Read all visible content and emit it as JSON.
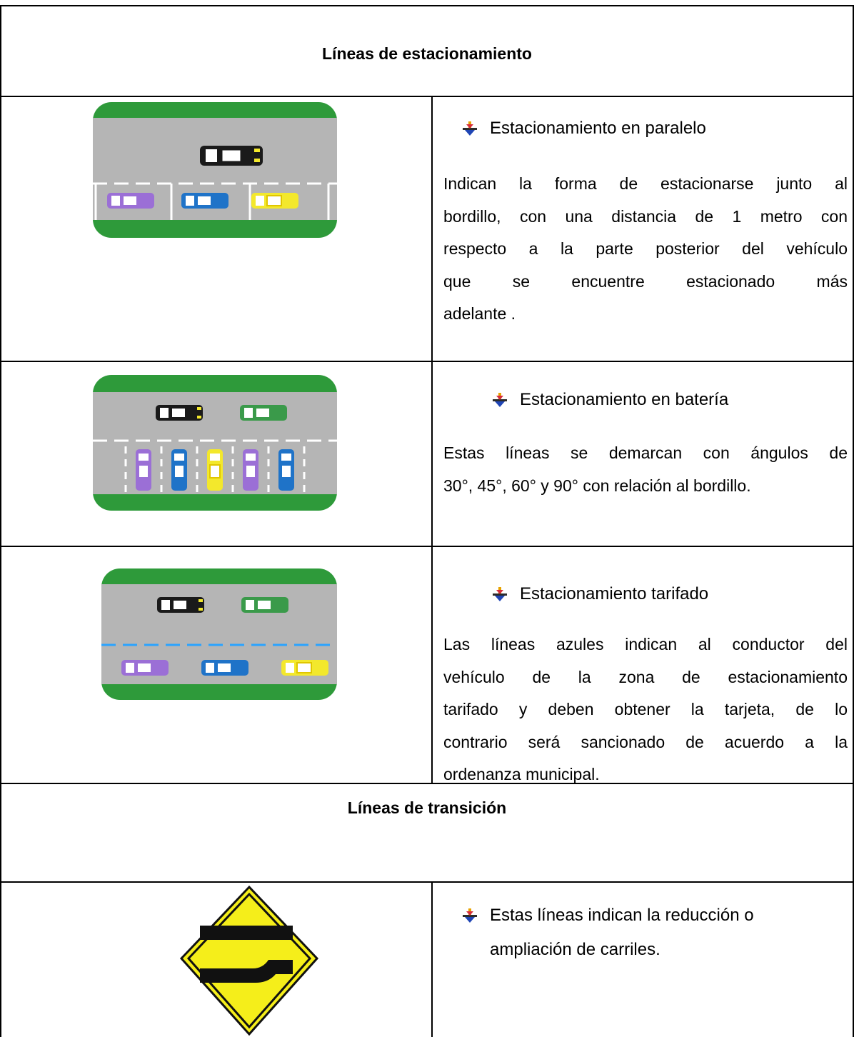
{
  "sections": {
    "parking": {
      "title": "Líneas de estacionamiento"
    },
    "transition": {
      "title": "Líneas de transición"
    }
  },
  "rows": [
    {
      "bullet": "Estacionamiento en paralelo",
      "lines": [
        "Indican la forma de estacionarse junto al",
        "bordillo, con una distancia de 1 metro con",
        "respecto a la parte posterior del vehículo",
        "que se encuentre estacionado más",
        "adelante ."
      ]
    },
    {
      "bullet": "Estacionamiento en batería",
      "lines": [
        "Estas líneas se demarcan con ángulos de",
        "30°, 45°, 60° y 90° con relación al bordillo."
      ]
    },
    {
      "bullet": "Estacionamiento tarifado",
      "lines": [
        "Las líneas azules indican al conductor del",
        "vehículo de la zona de estacionamiento",
        "tarifado y deben obtener la tarjeta, de lo",
        "contrario será sancionado de acuerdo a la",
        "ordenanza municipal."
      ]
    },
    {
      "bullet_lines": [
        "Estas líneas indican la reducción o",
        "ampliación de carriles."
      ]
    }
  ],
  "colors": {
    "grass": "#2e9a3a",
    "road": "#b5b5b5",
    "sign": "#f5ee1a",
    "car_black": "#1a1a1a",
    "car_purple": "#9b6fd6",
    "car_blue": "#1f73c8",
    "car_yellow": "#f3e82c",
    "car_green": "#3a9a4a",
    "paid_line": "#2aa3ff"
  }
}
